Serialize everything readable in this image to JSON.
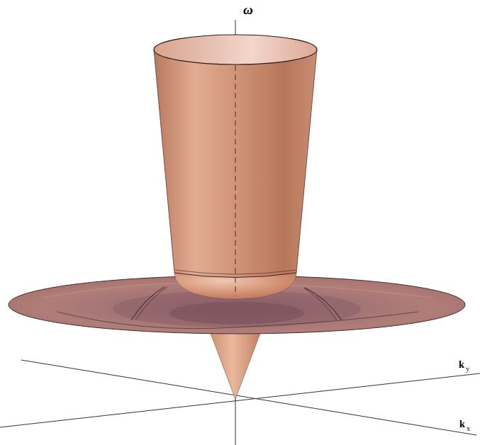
{
  "diagram": {
    "labels": [
      "ω",
      "k",
      "y",
      "k",
      "x"
    ]
  }
}
